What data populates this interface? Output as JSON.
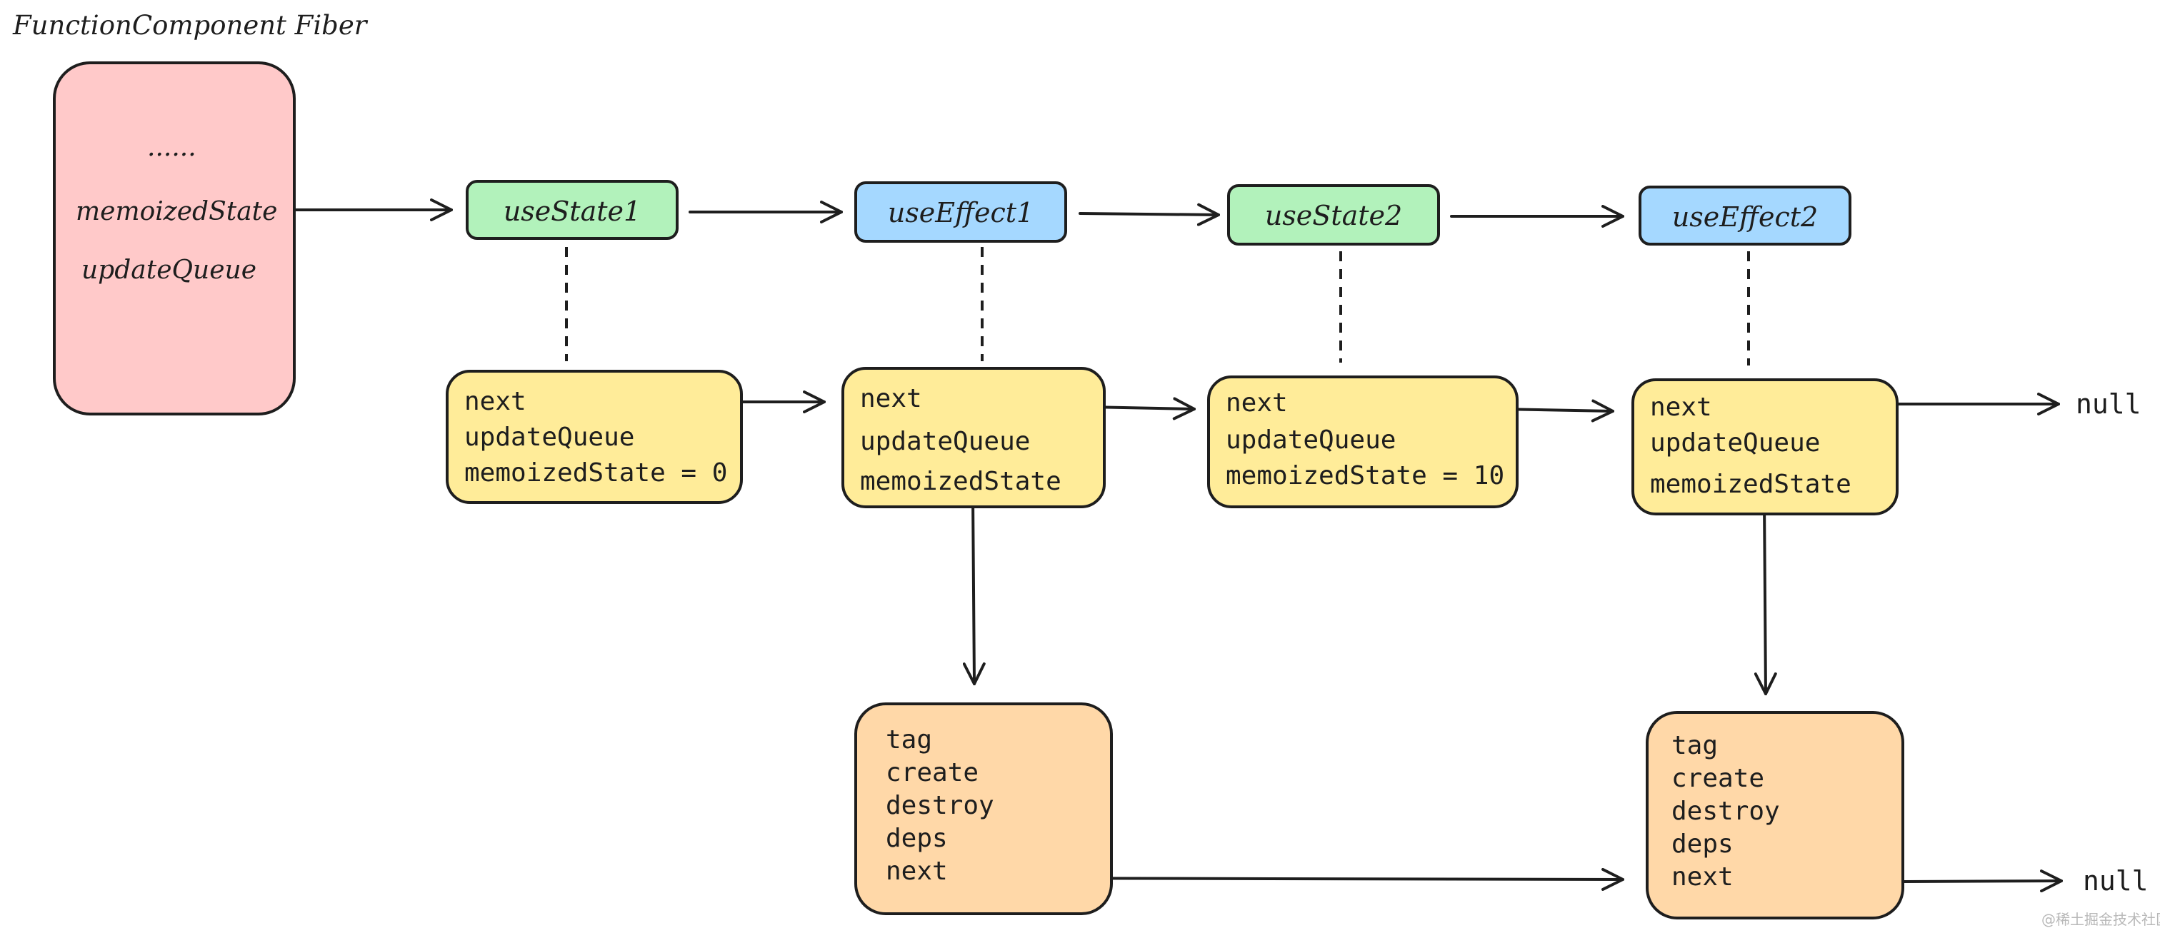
{
  "fiber": {
    "title": "FunctionComponent Fiber",
    "ellipsis": "......",
    "memoized_state": "memoizedState",
    "update_queue": "updateQueue"
  },
  "hooks": [
    {
      "label": "useState1",
      "kind": "state"
    },
    {
      "label": "useEffect1",
      "kind": "effect"
    },
    {
      "label": "useState2",
      "kind": "state"
    },
    {
      "label": "useEffect2",
      "kind": "effect"
    }
  ],
  "hook_objects": [
    {
      "next": "next",
      "update_queue": "updateQueue",
      "memoized_state": "memoizedState = 0"
    },
    {
      "next": "next",
      "update_queue": "updateQueue",
      "memoized_state": "memoizedState"
    },
    {
      "next": "next",
      "update_queue": "updateQueue",
      "memoized_state": "memoizedState = 10"
    },
    {
      "next": "next",
      "update_queue": "updateQueue",
      "memoized_state": "memoizedState"
    }
  ],
  "effects": [
    {
      "tag": "tag",
      "create": "create",
      "destroy": "destroy",
      "deps": "deps",
      "next": "next"
    },
    {
      "tag": "tag",
      "create": "create",
      "destroy": "destroy",
      "deps": "deps",
      "next": "next"
    }
  ],
  "null_labels": [
    "null",
    "null"
  ],
  "watermark": "@稀土掘金技术社区",
  "colors": {
    "fiber": "#ffc9c9",
    "state_hook": "#b2f2bb",
    "effect_hook": "#a5d8ff",
    "hook_object": "#ffec99",
    "effect_object": "#ffd8a8",
    "stroke": "#1e1e1e"
  }
}
